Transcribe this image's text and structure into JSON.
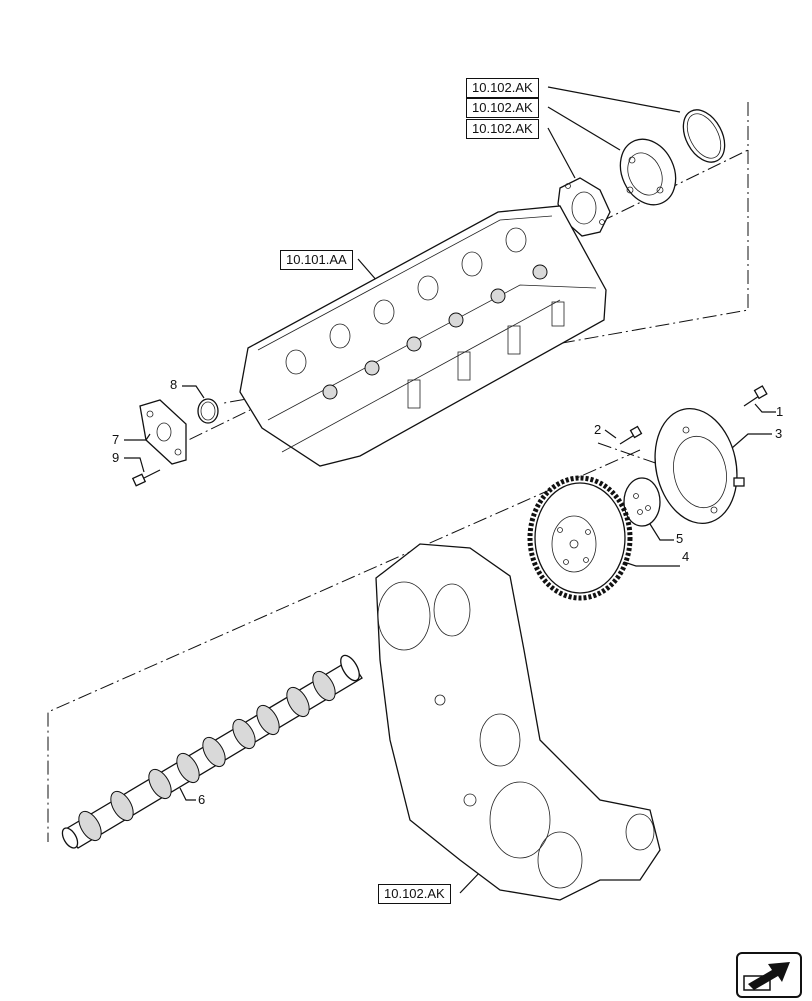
{
  "references": {
    "ak_top": "10.102.AK",
    "ak_mid": "10.102.AK",
    "ak_low": "10.102.AK",
    "aa_head": "10.101.AA",
    "ak_bottom": "10.102.AK"
  },
  "callouts": {
    "c1": "1",
    "c2": "2",
    "c3": "3",
    "c4": "4",
    "c5": "5",
    "c6": "6",
    "c7": "7",
    "c8": "8",
    "c9": "9"
  },
  "nav": {
    "icon": "next-arrow-icon"
  }
}
